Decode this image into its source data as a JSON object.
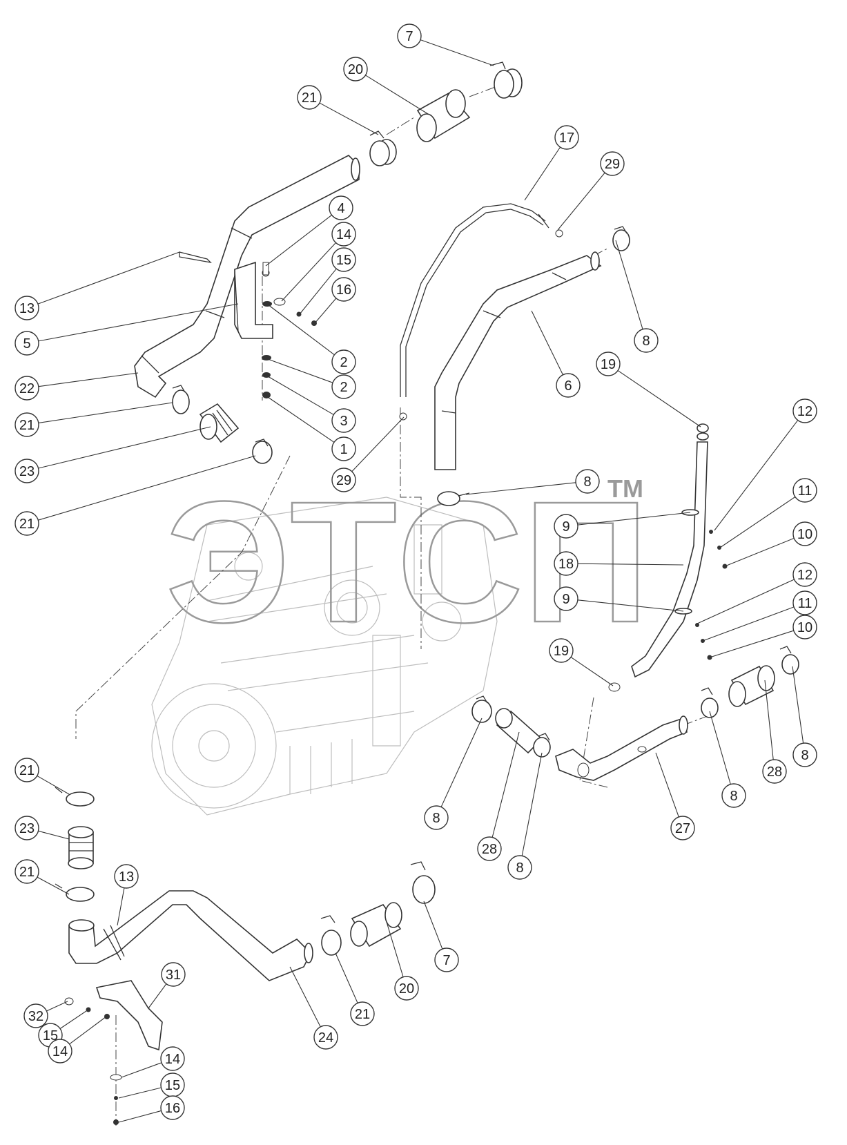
{
  "watermark": {
    "text": "ЭТСП",
    "trademark": "TM"
  },
  "callouts": [
    {
      "label": "7"
    },
    {
      "label": "20"
    },
    {
      "label": "21"
    },
    {
      "label": "17"
    },
    {
      "label": "29"
    },
    {
      "label": "4"
    },
    {
      "label": "14"
    },
    {
      "label": "15"
    },
    {
      "label": "16"
    },
    {
      "label": "13"
    },
    {
      "label": "5"
    },
    {
      "label": "8"
    },
    {
      "label": "2"
    },
    {
      "label": "2"
    },
    {
      "label": "6"
    },
    {
      "label": "22"
    },
    {
      "label": "19"
    },
    {
      "label": "21"
    },
    {
      "label": "3"
    },
    {
      "label": "12"
    },
    {
      "label": "23"
    },
    {
      "label": "1"
    },
    {
      "label": "29"
    },
    {
      "label": "8"
    },
    {
      "label": "21"
    },
    {
      "label": "11"
    },
    {
      "label": "9"
    },
    {
      "label": "10"
    },
    {
      "label": "18"
    },
    {
      "label": "12"
    },
    {
      "label": "9"
    },
    {
      "label": "11"
    },
    {
      "label": "10"
    },
    {
      "label": "19"
    },
    {
      "label": "21"
    },
    {
      "label": "8"
    },
    {
      "label": "28"
    },
    {
      "label": "8"
    },
    {
      "label": "8"
    },
    {
      "label": "23"
    },
    {
      "label": "27"
    },
    {
      "label": "28"
    },
    {
      "label": "8"
    },
    {
      "label": "21"
    },
    {
      "label": "13"
    },
    {
      "label": "7"
    },
    {
      "label": "31"
    },
    {
      "label": "20"
    },
    {
      "label": "32"
    },
    {
      "label": "21"
    },
    {
      "label": "15"
    },
    {
      "label": "24"
    },
    {
      "label": "14"
    },
    {
      "label": "14"
    },
    {
      "label": "15"
    },
    {
      "label": "16"
    }
  ]
}
